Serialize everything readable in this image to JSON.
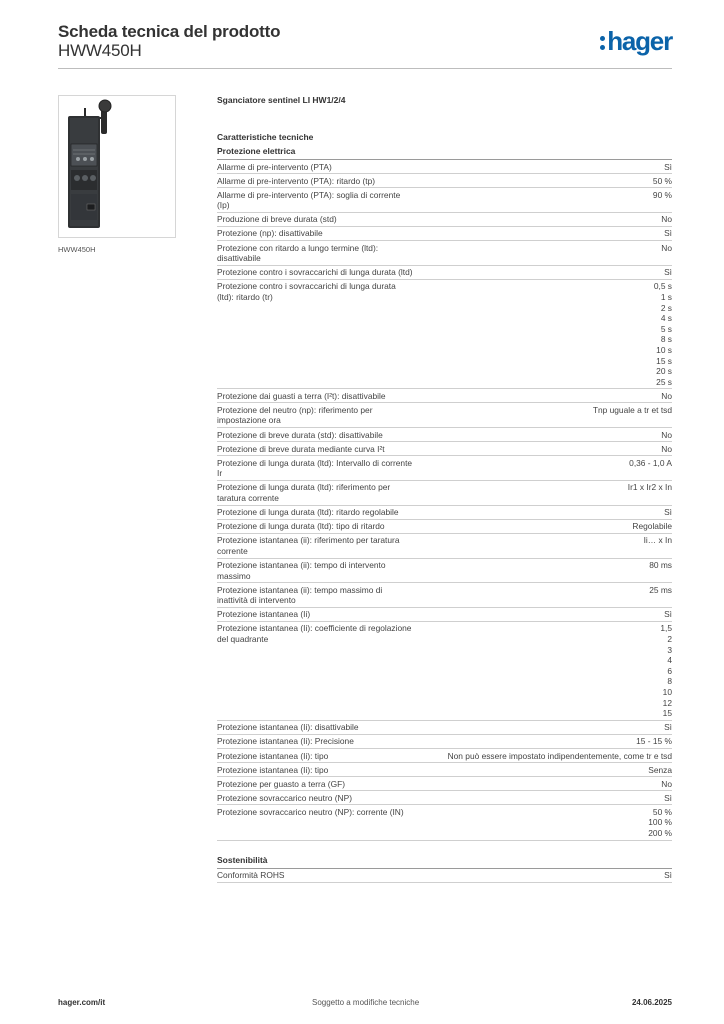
{
  "header": {
    "title": "Scheda tecnica del prodotto",
    "product_code": "HWW450H",
    "logo_text": "hager"
  },
  "image": {
    "caption": "HWW450H"
  },
  "product": {
    "name": "Sganciatore sentinel LI HW1/2/4"
  },
  "section_title": "Caratteristiche tecniche",
  "groups": [
    {
      "title": "Protezione elettrica",
      "rows": [
        {
          "label": "Allarme di pre-intervento (PTA)",
          "values": [
            "Sì"
          ]
        },
        {
          "label": "Allarme di pre-intervento (PTA): ritardo (tp)",
          "values": [
            "50 %"
          ]
        },
        {
          "label": "Allarme di pre-intervento (PTA): soglia di corrente (Ip)",
          "values": [
            "90 %"
          ]
        },
        {
          "label": "Produzione di breve durata (std)",
          "values": [
            "No"
          ]
        },
        {
          "label": "Protezione (np): disattivabile",
          "values": [
            "Sì"
          ]
        },
        {
          "label": "Protezione con ritardo a lungo termine (ltd): disattivabile",
          "values": [
            "No"
          ]
        },
        {
          "label": "Protezione contro i sovraccarichi di lunga durata (ltd)",
          "values": [
            "Sì"
          ]
        },
        {
          "label": "Protezione contro i sovraccarichi di lunga durata (ltd): ritardo (tr)",
          "values": [
            "0,5 s",
            "1 s",
            "2 s",
            "4 s",
            "5 s",
            "8 s",
            "10 s",
            "15 s",
            "20 s",
            "25 s"
          ]
        },
        {
          "label": "Protezione dai guasti a terra (I²t): disattivabile",
          "values": [
            "No"
          ]
        },
        {
          "label": "Protezione del neutro (np): riferimento per impostazione ora",
          "values": [
            "Tnp uguale a tr et tsd"
          ]
        },
        {
          "label": "Protezione di breve durata (std): disattivabile",
          "values": [
            "No"
          ]
        },
        {
          "label": "Protezione di breve durata mediante curva I²t",
          "values": [
            "No"
          ]
        },
        {
          "label": "Protezione di lunga durata (ltd): Intervallo di corrente Ir",
          "values": [
            "0,36 - 1,0 A"
          ]
        },
        {
          "label": "Protezione di lunga durata (ltd): riferimento per taratura corrente",
          "values": [
            "Ir1 x Ir2 x In"
          ]
        },
        {
          "label": "Protezione di lunga durata (ltd): ritardo regolabile",
          "values": [
            "Sì"
          ]
        },
        {
          "label": "Protezione di lunga durata (ltd): tipo di ritardo",
          "values": [
            "Regolabile"
          ]
        },
        {
          "label": "Protezione istantanea (ii): riferimento per taratura corrente",
          "values": [
            "Ii… x In"
          ]
        },
        {
          "label": "Protezione istantanea (ii): tempo di intervento massimo",
          "values": [
            "80 ms"
          ]
        },
        {
          "label": "Protezione istantanea (ii): tempo massimo di inattività di intervento",
          "values": [
            "25 ms"
          ]
        },
        {
          "label": "Protezione istantanea (Ii)",
          "values": [
            "Sì"
          ]
        },
        {
          "label": "Protezione istantanea (Ii): coefficiente di regolazione del quadrante",
          "values": [
            "1,5",
            "2",
            "3",
            "4",
            "6",
            "8",
            "10",
            "12",
            "15"
          ]
        },
        {
          "label": "Protezione istantanea (Ii): disattivabile",
          "values": [
            "Sì"
          ]
        },
        {
          "label": "Protezione istantanea (Ii): Precisione",
          "values": [
            "15 - 15 %"
          ]
        },
        {
          "label": "Protezione istantanea (Ii): tipo",
          "values": [
            "Non può essere impostato indipendentemente, come tr e tsd"
          ]
        },
        {
          "label": "Protezione istantanea (Ii): tipo",
          "values": [
            "Senza"
          ]
        },
        {
          "label": "Protezione per guasto a terra (GF)",
          "values": [
            "No"
          ]
        },
        {
          "label": "Protezione sovraccarico neutro (NP)",
          "values": [
            "Sì"
          ]
        },
        {
          "label": "Protezione sovraccarico neutro (NP): corrente (IN)",
          "values": [
            "50 %",
            "100 %",
            "200 %"
          ]
        }
      ]
    },
    {
      "title": "Sostenibilità",
      "rows": [
        {
          "label": "Conformità ROHS",
          "values": [
            "Sì"
          ]
        }
      ]
    }
  ],
  "footer": {
    "website": "hager.com/it",
    "notice": "Soggetto a modifiche tecniche",
    "date": "24.06.2025"
  },
  "colors": {
    "brand": "#0b63a9",
    "text": "#333333",
    "rule": "#bdbdbd"
  }
}
